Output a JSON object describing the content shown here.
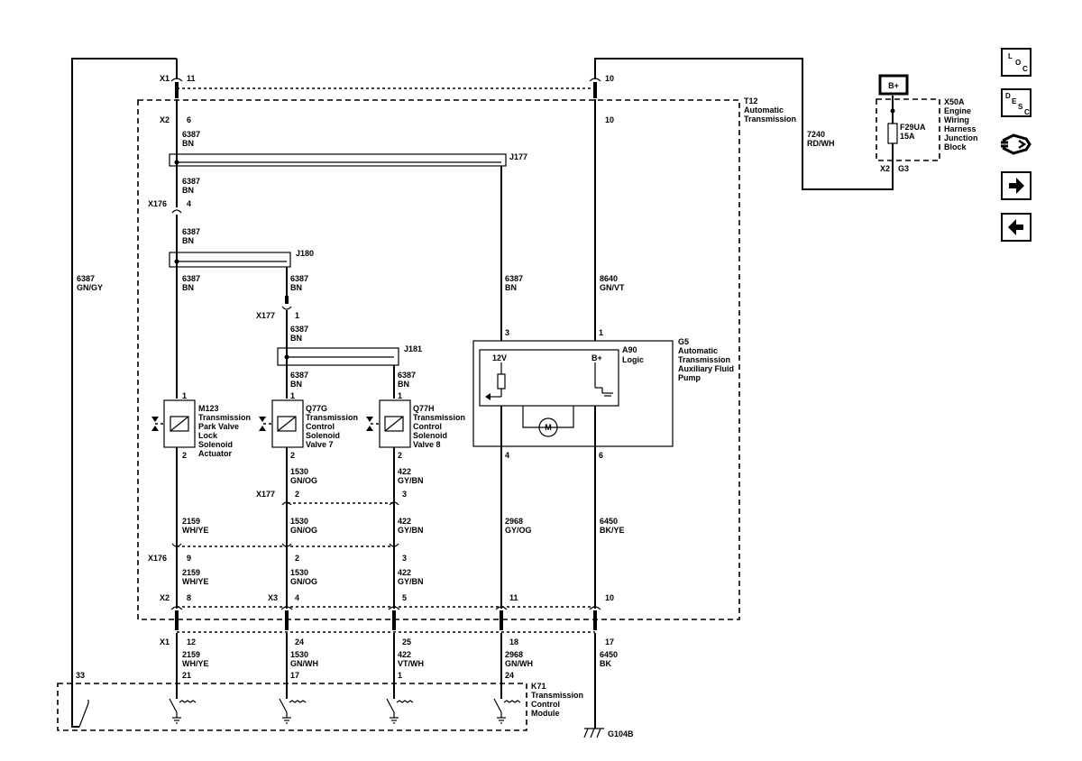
{
  "navigation": {
    "loc_letters": [
      "L",
      "O",
      "C"
    ],
    "desc_letters": [
      "D",
      "E",
      "S",
      "C"
    ],
    "icons": [
      "location-icon",
      "description-icon",
      "connector-view-icon",
      "next-page-icon",
      "previous-page-icon"
    ]
  },
  "power": {
    "label": "B+"
  },
  "fuse_block": {
    "fuse_id": "F29UA",
    "fuse_rating": "15A",
    "name_lines": [
      "X50A",
      "Engine",
      "Wiring",
      "Harness",
      "Junction",
      "Block"
    ],
    "x2": "X2",
    "g3": "G3"
  },
  "transmission": {
    "name_lines": [
      "T12",
      "Automatic",
      "Transmission"
    ]
  },
  "pump": {
    "name_lines": [
      "G5",
      "Automatic",
      "Transmission",
      "Auxiliary Fluid",
      "Pump"
    ],
    "logic_lines": [
      "A90",
      "Logic"
    ],
    "pin_12v": "12V",
    "pin_bplus": "B+",
    "motor": "M",
    "pins": [
      "3",
      "1",
      "4",
      "6"
    ]
  },
  "components": [
    {
      "name_lines": [
        "M123",
        "Transmission",
        "Park Valve",
        "Lock",
        "Solenoid",
        "Actuator"
      ],
      "pins": [
        "1",
        "2"
      ]
    },
    {
      "name_lines": [
        "Q77G",
        "Transmission",
        "Control",
        "Solenoid",
        "Valve 7"
      ],
      "pins": [
        "1",
        "2"
      ]
    },
    {
      "name_lines": [
        "Q77H",
        "Transmission",
        "Control",
        "Solenoid",
        "Valve 8"
      ],
      "pins": [
        "1",
        "2"
      ]
    }
  ],
  "module": {
    "name_lines": [
      "K71",
      "Transmission",
      "Control",
      "Module"
    ],
    "pins": [
      "33",
      "21",
      "17",
      "1",
      "24"
    ]
  },
  "ground": {
    "label": "G104B"
  },
  "splices": [
    "J177",
    "J180",
    "J181"
  ],
  "connectors": {
    "X1": "X1",
    "X2": "X2",
    "X3": "X3",
    "X176": "X176",
    "X177": "X177",
    "pins": {
      "x1_top_a": "11",
      "x1_top_b": "10",
      "x2_top_a": "6",
      "x2_top_b": "10",
      "x176_top": "4",
      "x177_top": "1",
      "x177_mid_a": "2",
      "x177_mid_b": "3",
      "x176_mid_a": "9",
      "x176_mid_b": "2",
      "x176_mid_c": "3",
      "x2_bot_a": "8",
      "x3_bot_a": "4",
      "x3_bot_b": "5",
      "x2_bot_c": "11",
      "x2_bot_d": "10",
      "x1_bot_a": "12",
      "x1_bot_b": "24",
      "x1_bot_c": "25",
      "x1_bot_d": "18",
      "x1_bot_e": "17"
    }
  },
  "wires": {
    "w6387_bn": [
      "6387",
      "BN"
    ],
    "w6387_gngy": [
      "6387",
      "GN/GY"
    ],
    "w8640": [
      "8640",
      "GN/VT"
    ],
    "w7240": [
      "7240",
      "RD/WH"
    ],
    "w1530_gnog": [
      "1530",
      "GN/OG"
    ],
    "w1530_gnwh": [
      "1530",
      "GN/WH"
    ],
    "w422_gybn": [
      "422",
      "GY/BN"
    ],
    "w422_vtwh": [
      "422",
      "VT/WH"
    ],
    "w2159": [
      "2159",
      "WH/YE"
    ],
    "w2968_gyog": [
      "2968",
      "GY/OG"
    ],
    "w2968_gnwh": [
      "2968",
      "GN/WH"
    ],
    "w6450_bkye": [
      "6450",
      "BK/YE"
    ],
    "w6450_bk": [
      "6450",
      "BK"
    ]
  }
}
